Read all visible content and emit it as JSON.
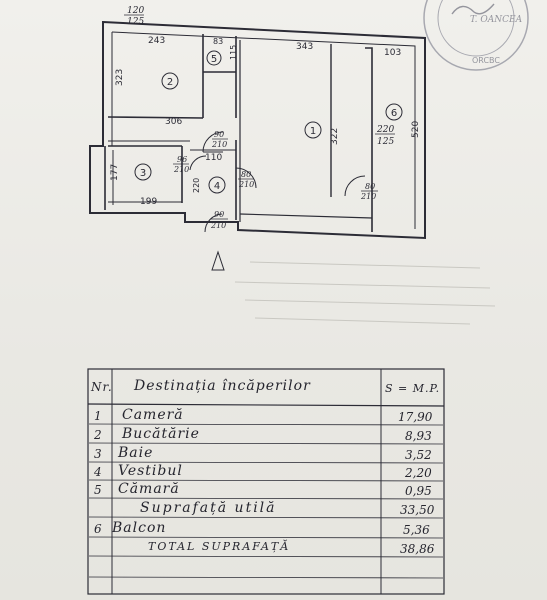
{
  "plan": {
    "wall_label": {
      "top": "120",
      "bottom": "125"
    },
    "dims": {
      "d243": "243",
      "d83": "83",
      "d115": "115",
      "d343": "343",
      "d103": "103",
      "d323": "323",
      "d306": "306",
      "d322": "322",
      "d520": "520",
      "d220": "220",
      "d125": "125",
      "d110": "110",
      "d177": "177",
      "d199": "199",
      "d220b": "220"
    },
    "doors": {
      "door_a": {
        "top": "90",
        "bottom": "210"
      },
      "door_b": {
        "top": "96",
        "bottom": "210"
      },
      "door_c": {
        "top": "80",
        "bottom": "210"
      },
      "door_d": {
        "top": "80",
        "bottom": "210"
      },
      "door_e": {
        "top": "90",
        "bottom": "210"
      }
    },
    "rooms": [
      "1",
      "2",
      "3",
      "4",
      "5",
      "6"
    ]
  },
  "table": {
    "headers": {
      "nr": "Nr.",
      "destination": "Destinația încăperilor",
      "area": "S = M.P."
    },
    "rows": [
      {
        "nr": "1",
        "name": "Cameră",
        "area": "17,90"
      },
      {
        "nr": "2",
        "name": "Bucătărie",
        "area": "8,93"
      },
      {
        "nr": "3",
        "name": "Baie",
        "area": "3,52"
      },
      {
        "nr": "4",
        "name": "Vestibul",
        "area": "2,20"
      },
      {
        "nr": "5",
        "name": "Cămară",
        "area": "0,95"
      },
      {
        "nr": "",
        "name": "Suprafață utilă",
        "area": "33,50"
      },
      {
        "nr": "6",
        "name": "Balcon",
        "area": "5,36"
      },
      {
        "nr": "",
        "name": "TOTAL SUPRAFAȚĂ",
        "area": "38,86"
      }
    ]
  },
  "stamp": {
    "text_top": "T. OANCEA",
    "text_bottom": "ORCBC"
  }
}
